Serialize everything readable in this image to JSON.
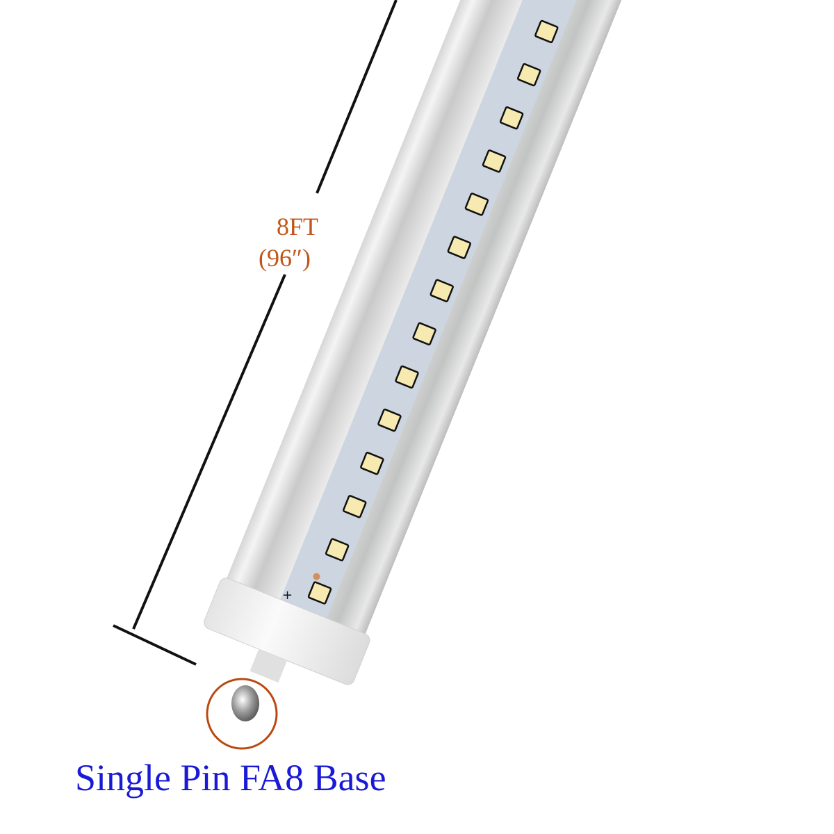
{
  "dimension": {
    "length_label": "8FT",
    "inches_label": "(96″)"
  },
  "caption": "Single Pin FA8 Base",
  "colors": {
    "dimension_text": "#c0561a",
    "caption_text": "#1a1ad6",
    "highlight_circle": "#b84a10",
    "pcb": "#cdd6e0",
    "led": "#f6eab0"
  },
  "pcb_marks": {
    "plus": "+",
    "minus": "-"
  }
}
